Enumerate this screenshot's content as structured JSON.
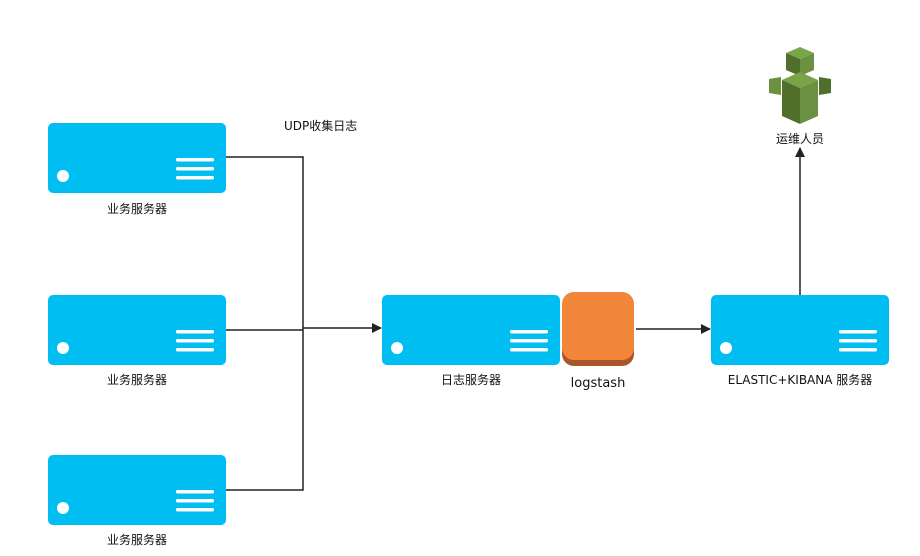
{
  "diagram": {
    "edge_label": "UDP收集日志",
    "business_servers": [
      {
        "label": "业务服务器"
      },
      {
        "label": "业务服务器"
      },
      {
        "label": "业务服务器"
      }
    ],
    "log_server": {
      "label": "日志服务器"
    },
    "logstash": {
      "label": "logstash"
    },
    "elk_server": {
      "label": "ELASTIC+KIBANA 服务器"
    },
    "operator": {
      "label": "运维人员"
    }
  },
  "colors": {
    "server": "#00bdf2",
    "logstash": "#f2863a",
    "logstash_shadow": "#a8562a",
    "line": "#222222"
  },
  "icons": {
    "server": "server-icon",
    "logstash": "logstash-icon",
    "operator": "operator-icon"
  }
}
